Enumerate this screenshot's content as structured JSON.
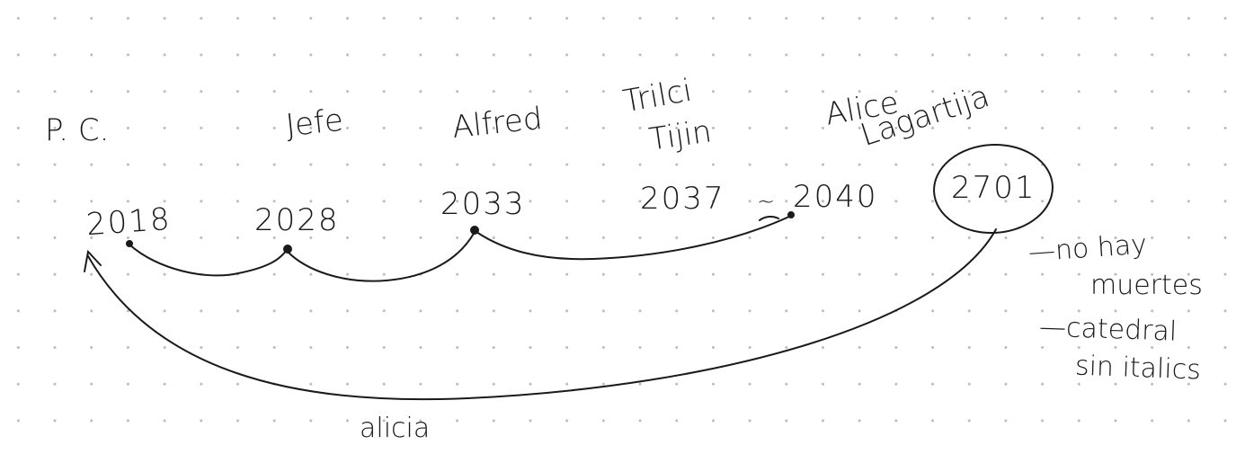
{
  "nodes": [
    {
      "id": "pc",
      "label": "P. C.",
      "year": "2018"
    },
    {
      "id": "jefe",
      "label": "Jefe",
      "year": "2028"
    },
    {
      "id": "alfred",
      "label": "Alfred",
      "year": "2033"
    },
    {
      "id": "trilci",
      "label_line1": "Trilci",
      "label_line2": "Tijin",
      "year_start": "2037",
      "dash": "~",
      "year_end": "2040"
    },
    {
      "id": "alice",
      "label_line1": "Alice",
      "label_line2": "Lagartija",
      "year": "2701"
    }
  ],
  "arrow_label": "alicia",
  "notes": [
    {
      "line1": "—no hay",
      "line2": "muertes"
    },
    {
      "line1": "—catedral",
      "line2": "sin italics"
    }
  ],
  "colors": {
    "ink": "#1a1a1a",
    "grid_dot": "#b8b8b8"
  }
}
